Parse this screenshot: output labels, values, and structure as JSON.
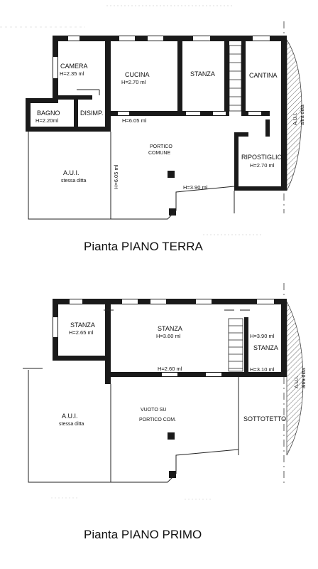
{
  "ground_floor": {
    "title": "Pianta PIANO TERRA",
    "rooms": {
      "camera": "CAMERA",
      "camera_h": "H=2.35 ml",
      "cucina": "CUCINA",
      "cucina_h": "H=2.70 ml",
      "stanza": "STANZA",
      "cantina": "CANTINA",
      "bagno": "BAGNO",
      "bagno_h": "H=2.20ml",
      "disimp": "DISIMP.",
      "portico_l1": "PORTICO",
      "portico_l2": "COMUNE",
      "ripostiglio": "RIPOSTIGLIO",
      "ripostiglio_h": "H=2.70 ml",
      "aui": "A.U.I.",
      "aui_sub": "stessa ditta",
      "h_605_horizontal": "H=6.05 ml",
      "h_605_vertical": "H=6.05 ml",
      "h_390": "H=3.90 ml",
      "aui_side_l1": "A.U.I.",
      "aui_side_l2": "altra ditta"
    }
  },
  "first_floor": {
    "title": "Pianta PIANO PRIMO",
    "rooms": {
      "stanza_left": "STANZA",
      "stanza_left_h": "H=2.65 ml",
      "stanza_mid": "STANZA",
      "stanza_mid_h": "H=3.60 ml",
      "stanza_right": "STANZA",
      "h_390": "H=3.90 ml",
      "h_310": "H=3.10 ml",
      "h_260": "H=2.60 ml",
      "vuoto_l1": "VUOTO SU",
      "vuoto_l2": "PORTICO COM.",
      "sottotetto": "SOTTOTETTO",
      "aui": "A.U.I.",
      "aui_sub": "stessa ditta",
      "aui_side_l1": "A.U.I.",
      "aui_side_l2": "altra ditta"
    }
  }
}
